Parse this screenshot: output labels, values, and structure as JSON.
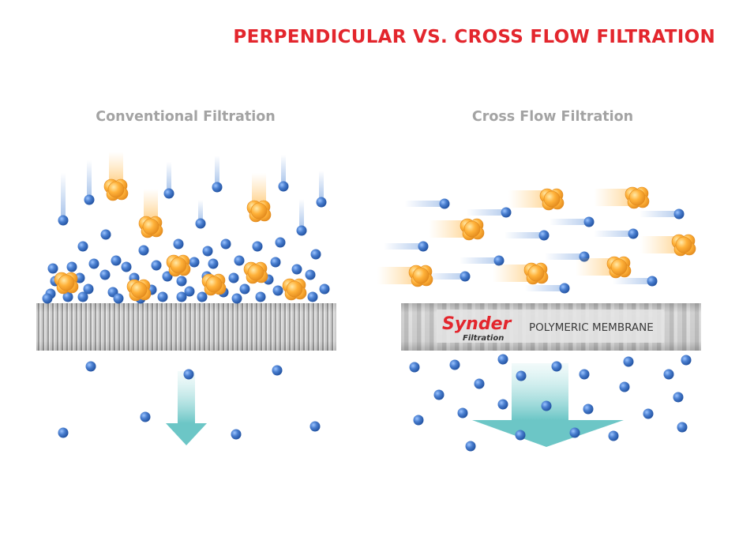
{
  "title": "PERPENDICULAR VS. CROSS FLOW FILTRATION",
  "panels": {
    "left": {
      "title": "Conventional Filtration"
    },
    "right": {
      "title": "Cross Flow Filtration",
      "membrane_label": "POLYMERIC MEMBRANE",
      "logo_main": "Synder",
      "logo_sub": "Filtration"
    }
  },
  "colors": {
    "title": "#e3262d",
    "subtitle": "#a3a3a3",
    "small_particle": "#3b6fc0",
    "large_particle": "#f5a623",
    "flow_arrow": "#7fd0d0",
    "membrane": "#bdbdbd",
    "logo": "#e3262d"
  },
  "icons": [
    "small-particle-icon",
    "large-particle-icon",
    "permeate-arrow-icon",
    "membrane-icon",
    "synder-logo-icon"
  ]
}
